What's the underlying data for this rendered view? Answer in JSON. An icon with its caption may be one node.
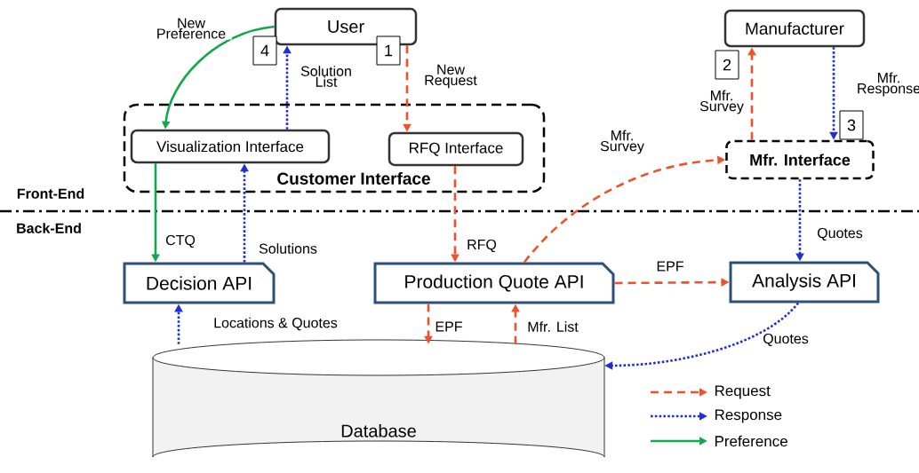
{
  "diagram": {
    "nodes": [
      {
        "text": [
          "User"
        ]
      },
      {
        "text": [
          "Customer Interface"
        ]
      },
      {
        "text": [
          "Visualization Interface"
        ],
        "in": 1
      },
      {
        "text": [
          "RFQ Interface"
        ],
        "in": 1
      },
      {
        "text": [
          "Manufacturer"
        ]
      },
      {
        "text": [
          "Mfr. Interface"
        ]
      },
      {
        "text": [
          "Decision API"
        ]
      },
      {
        "text": [
          "Production Quote API"
        ]
      },
      {
        "text": [
          "Analysis API"
        ]
      },
      {
        "text": [
          "Database"
        ]
      },
      {
        "text": [
          "4"
        ]
      },
      {
        "text": [
          "1"
        ]
      },
      {
        "text": [
          "2"
        ]
      },
      {
        "text": [
          "3"
        ]
      }
    ],
    "edges": [
      {
        "from": 0,
        "to": 2,
        "arrow": "to",
        "label": "New Preference",
        "color": "#13a84c"
      },
      {
        "from": 2,
        "to": 0,
        "arrow": "to",
        "label": "Solution List",
        "style": "dashed",
        "color": "#1f2fd0"
      },
      {
        "from": 0,
        "to": 3,
        "arrow": "to",
        "label": "New Request",
        "style": "dashed",
        "color": "#f2502a"
      },
      {
        "from": 3,
        "to": 7,
        "arrow": "to",
        "label": "RFQ",
        "style": "dashed",
        "color": "#f2502a"
      },
      {
        "from": 2,
        "to": 6,
        "arrow": "to",
        "label": "CTQ",
        "color": "#13a84c"
      },
      {
        "from": 6,
        "to": 2,
        "arrow": "to",
        "label": "Solutions",
        "style": "dashed",
        "color": "#1f2fd0"
      },
      {
        "from": 9,
        "to": 6,
        "arrow": "to",
        "label": "Locations & Quotes",
        "style": "dashed",
        "color": "#1f2fd0"
      },
      {
        "from": 7,
        "to": 9,
        "arrow": "to",
        "label": "EPF",
        "style": "dashed",
        "color": "#f2502a"
      },
      {
        "from": 9,
        "to": 7,
        "arrow": "to",
        "label": "Mfr. List",
        "style": "dashed",
        "color": "#f2502a"
      },
      {
        "from": 7,
        "to": 5,
        "arrow": "to",
        "label": "Mfr. Survey",
        "style": "dashed",
        "color": "#f2502a"
      },
      {
        "from": 5,
        "to": 4,
        "arrow": "to",
        "label": "Mfr. Survey",
        "style": "dashed",
        "color": "#f2502a"
      },
      {
        "from": 4,
        "to": 5,
        "arrow": "to",
        "label": "Mfr. Response",
        "style": "dashed",
        "color": "#1f2fd0"
      },
      {
        "from": 5,
        "to": 8,
        "arrow": "to",
        "label": "Quotes",
        "style": "dashed",
        "color": "#1f2fd0"
      },
      {
        "from": 7,
        "to": 8,
        "arrow": "to",
        "label": "EPF",
        "style": "dashed",
        "color": "#f2502a"
      },
      {
        "from": 8,
        "to": 9,
        "arrow": "to",
        "label": "Quotes",
        "style": "dashed",
        "color": "#1f2fd0"
      }
    ],
    "labels": [
      "Front-End",
      "Back-End"
    ],
    "legend": [
      {
        "text": "Request"
      },
      {
        "text": "Response"
      },
      {
        "text": "Preference"
      }
    ]
  }
}
